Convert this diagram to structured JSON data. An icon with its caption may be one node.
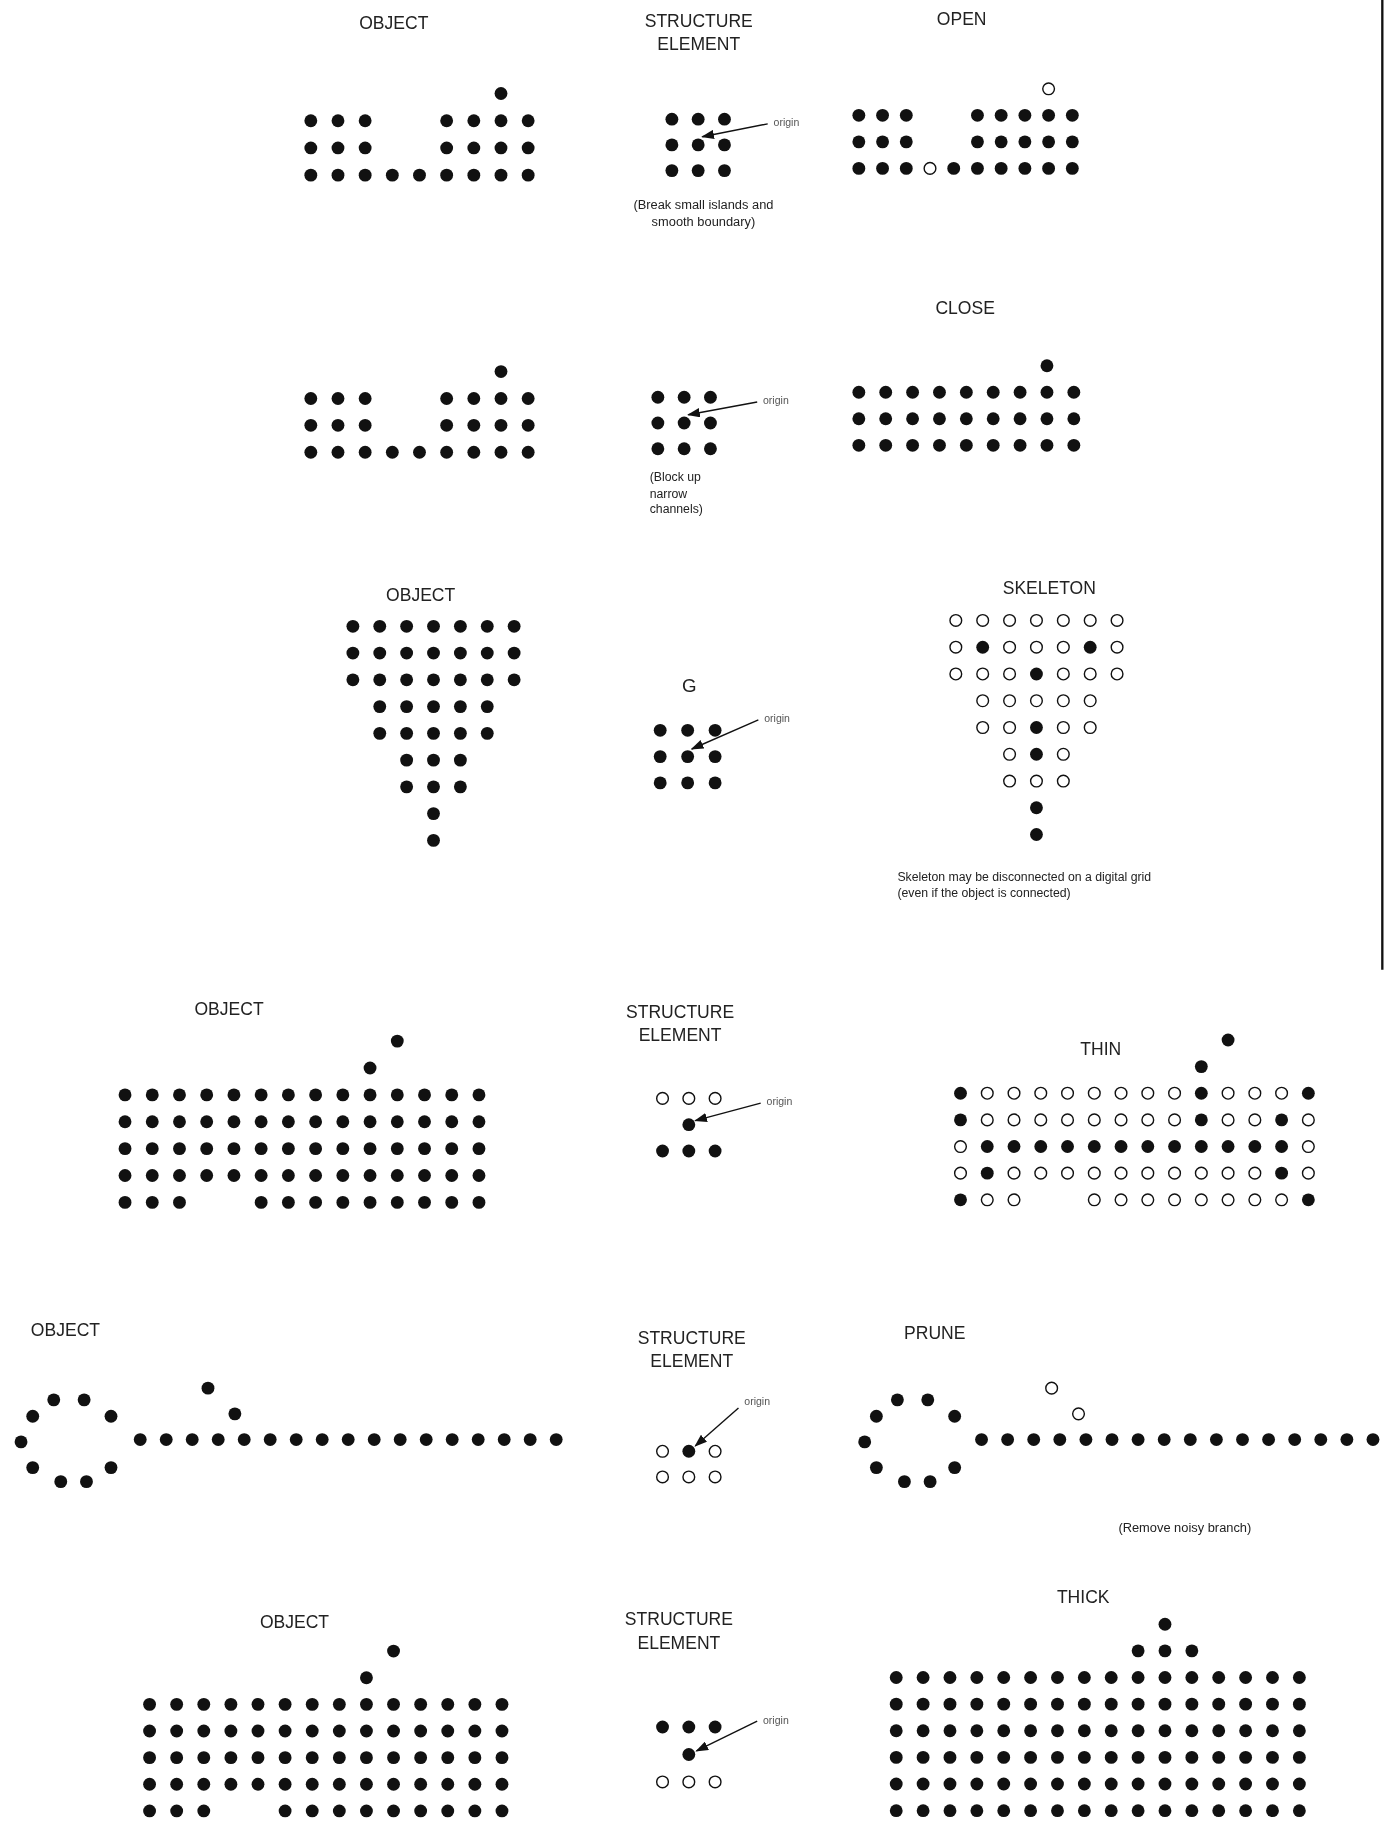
{
  "diagram": {
    "nodes": [
      {
        "text": [
          "origin"
        ]
      },
      {
        "text": [
          "origin"
        ]
      },
      {
        "text": [
          "origin"
        ]
      },
      {
        "text": [
          "origin"
        ]
      },
      {
        "text": [
          "origin"
        ]
      },
      {
        "text": [
          "origin"
        ]
      }
    ],
    "edges": [
      {
        "from": 0,
        "to": null,
        "arrow": "to"
      },
      {
        "from": 1,
        "to": null,
        "arrow": "to"
      },
      {
        "from": 2,
        "to": null,
        "arrow": "to"
      },
      {
        "from": 3,
        "to": null,
        "arrow": "to"
      },
      {
        "from": 4,
        "to": null,
        "arrow": "to"
      },
      {
        "from": 5,
        "to": null,
        "arrow": "to"
      }
    ],
    "labels": [
      "OBJECT",
      "STRUCTURE ELEMENT",
      "OPEN",
      "(Break small islands and smooth boundary)",
      "CLOSE",
      "(Block up narrow channels)",
      "OBJECT",
      "G",
      "SKELETON",
      "Skeleton may be disconnected on a digital grid (even if the object is connected)",
      "OBJECT",
      "STRUCTURE ELEMENT",
      "THIN",
      "OBJECT",
      "STRUCTURE ELEMENT",
      "PRUNE",
      "(Remove noisy branch)",
      "OBJECT",
      "STRUCTURE ELEMENT",
      "THICK"
    ]
  }
}
